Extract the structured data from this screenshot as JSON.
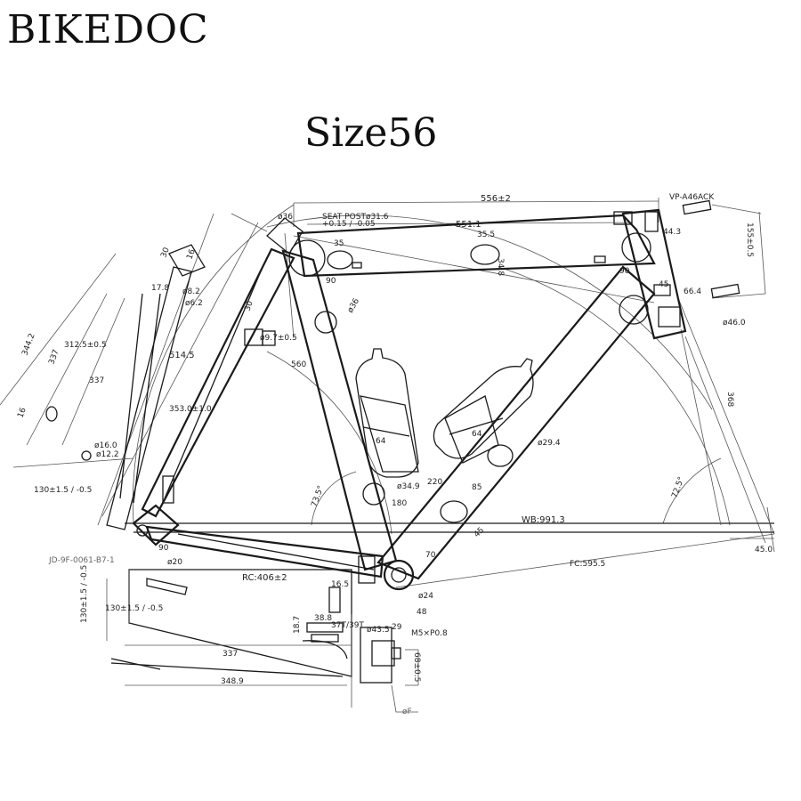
{
  "brand": "BIKEDOC",
  "size_title": "Size56",
  "labels": {
    "top_length": "556±2",
    "seat_post": "SEAT POSTø31.6",
    "seat_post_tol": "+0.15 / -0.05",
    "top_inner": "551.1",
    "headset_code": "VP-A46ACK",
    "d36_top": "ø36",
    "d44_3": "44.3",
    "d35": "35",
    "d35_5": "35.5",
    "d34_8": "34.8",
    "d90_a": "90",
    "d90_b": "90",
    "d155": "155±0.5",
    "d66_4": "66.4",
    "d46": "ø46.0",
    "d45_head": "45",
    "d36_seat": "ø36",
    "d560": "560",
    "d368": "368",
    "d514_5": "514.5",
    "d353": "353.0±1.0",
    "d344": "344.2",
    "d337_a": "337",
    "d312": "312.5±0.5",
    "d337_b": "337",
    "d8_2": "ø8.2",
    "d6_2": "ø6.2",
    "d30_a": "30",
    "d16_top": "16",
    "d17_8": "17.8",
    "d16_side": "16",
    "d16_0": "ø16.0",
    "d12_2": "ø12.2",
    "d130_a": "130±1.5 / -0.5",
    "d30_b": "30",
    "d9_7": "ø9.7±0.5",
    "d64_a": "64",
    "d64_b": "64",
    "d29_4": "ø29.4",
    "d34_9": "ø34.9",
    "d220": "220",
    "d180": "180",
    "d85": "85",
    "d73_5": "73.5°",
    "d72_5": "72.5°",
    "wb": "WB:991.3",
    "d45_0": "45.0",
    "fc": "FC:595.5",
    "d70": "70",
    "d45_bb": "45",
    "d90_cs": "90",
    "d20": "ø20",
    "part_no": "JD-9F-0061-B7-1",
    "rc": "RC:406±2",
    "d16_5": "16.5",
    "d24": "ø24",
    "d48": "48",
    "d130_b": "130±1.5 / -0.5",
    "d130_c": "130±1.5 / -0.5",
    "d38_8": "38.8",
    "bb_spec": "37T/39T",
    "d43_5": "ø43.5",
    "d29": "29",
    "m5": "M5×P0.8",
    "d18_7": "18.7",
    "d337_c": "337",
    "d68": "68±0.5",
    "d348_9": "348.9",
    "faint_note": "øF"
  }
}
